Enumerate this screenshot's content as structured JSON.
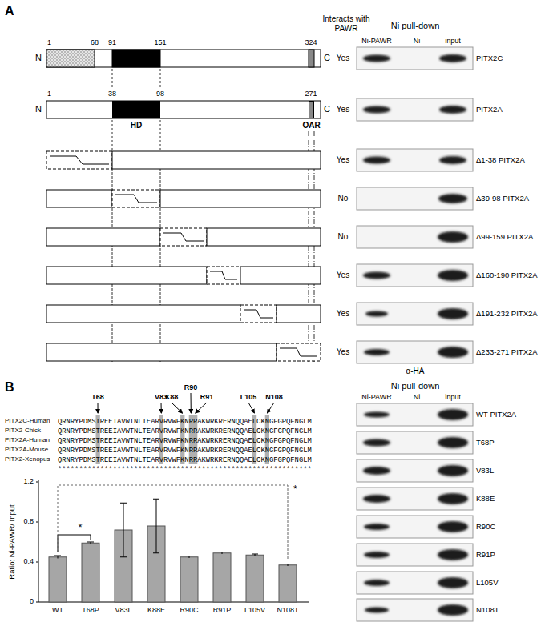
{
  "diagram": {
    "nodes": [
      {
        "text": [
          "HD"
        ]
      },
      {
        "text": [
          "OAR"
        ]
      }
    ],
    "labels": [
      "A",
      "Interacts with PAWR",
      "Ni pull-down",
      "Ni-PAWR",
      "Ni",
      "input",
      "1",
      "68",
      "91",
      "151",
      "324",
      "N",
      "C",
      "1",
      "38",
      "98",
      "271",
      "N",
      "C",
      "Yes",
      "Yes",
      "Yes",
      "No",
      "No",
      "Yes",
      "Yes",
      "Yes",
      "PITX2C",
      "PITX2A",
      "Δ1-38 PITX2A",
      "Δ39-98 PITX2A",
      "Δ99-159 PITX2A",
      "Δ160-190 PITX2A",
      "Δ191-232 PITX2A",
      "Δ233-271 PITX2A",
      "α-HA",
      "B",
      "T68",
      "V83",
      "K88",
      "R90",
      "R91",
      "L105",
      "N108",
      "PITX2C-Human",
      "QRNRYPDMSTREEIAVWTNLTEARVRVWFKNRRAKWRKRERNQQAELCKNGFGPQFNGLM",
      "PITX2-Chick",
      "QRNRYPDMSTREEIAVWTNLTEARVRVWFKNRRAKWRKRERNQQAELCKNGFGPQFNGLM",
      "PITX2A-Human",
      "QRNRYPDMSTREEIAVWTNLTEARVRVWFKNRRAKWRKRERNQQAELCKNGFGPQFNGLM",
      "PITX2A-Mouse",
      "QRNRYPDMSTREEIAVWTNLTEARVRVWFKNRRAKWRKRERNQQAELCKNGFGPQFNGLM",
      "PITX2-Xenopus",
      "QRNRYPDMSTREEIAVWTNLTEARVRVWFKNRRAKWRKRERNQQAELCKNGFGPQFNGLM",
      "************************************************************",
      "1.2",
      "0.8",
      "0.4",
      "0",
      "Ratio: Ni-PAWR/ Input",
      "*",
      "*",
      "WT",
      "T68P",
      "V83L",
      "K88E",
      "R90C",
      "R91P",
      "L105V",
      "N108T",
      "Ni pull-down",
      "Ni-PAWR",
      "Ni",
      "input",
      "WT-PITX2A",
      "T68P",
      "V83L",
      "K88E",
      "R90C",
      "R91P",
      "L105V",
      "N108T"
    ]
  }
}
